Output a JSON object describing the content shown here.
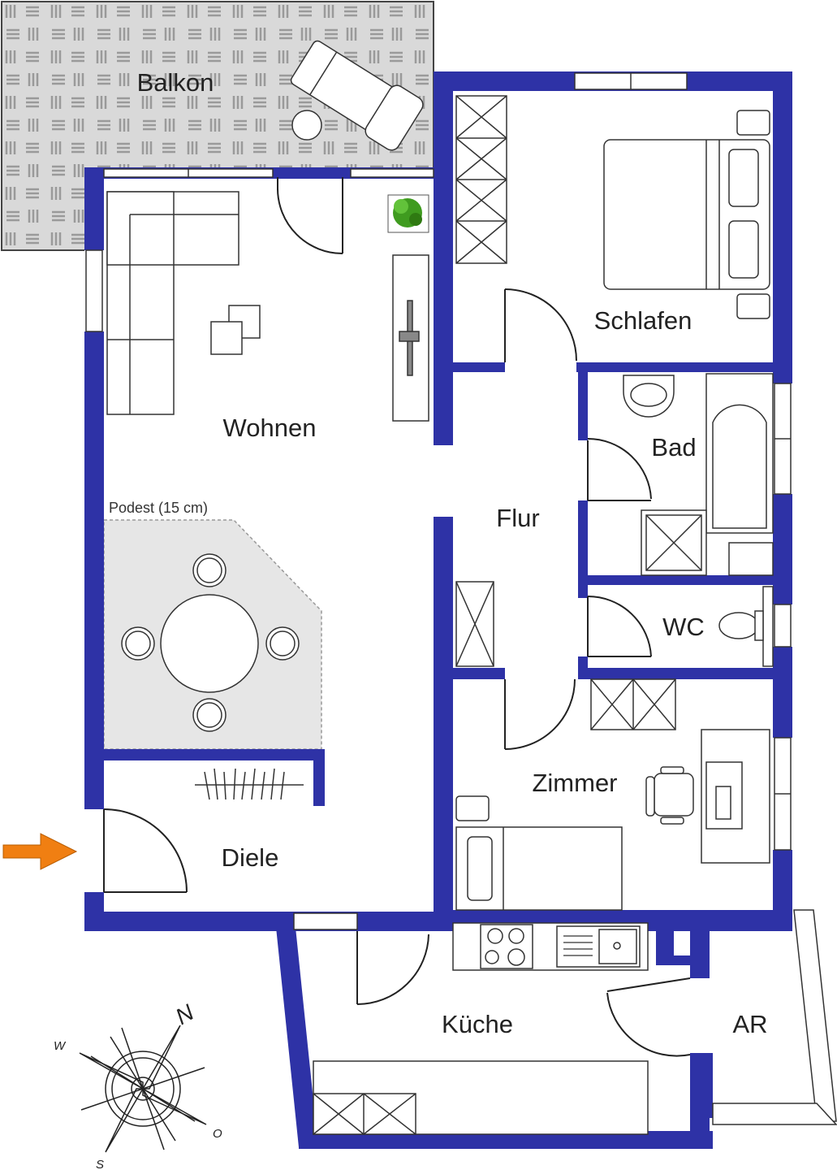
{
  "rooms": {
    "balkon": "Balkon",
    "schlafen": "Schlafen",
    "wohnen": "Wohnen",
    "bad": "Bad",
    "flur": "Flur",
    "wc": "WC",
    "zimmer": "Zimmer",
    "diele": "Diele",
    "kueche": "Küche",
    "ar": "AR"
  },
  "annotations": {
    "podest": "Podest (15 cm)"
  },
  "compass": {
    "north": "N",
    "west": "W",
    "east": "O",
    "south": "S"
  },
  "colors": {
    "wall": "#2e32a6",
    "balcony": "#d9d9d9",
    "podest": "#e6e6e6",
    "entrance_arrow": "#f07f12"
  },
  "icons": [
    "entrance-arrow-icon",
    "compass-rose-icon",
    "plant-icon"
  ]
}
